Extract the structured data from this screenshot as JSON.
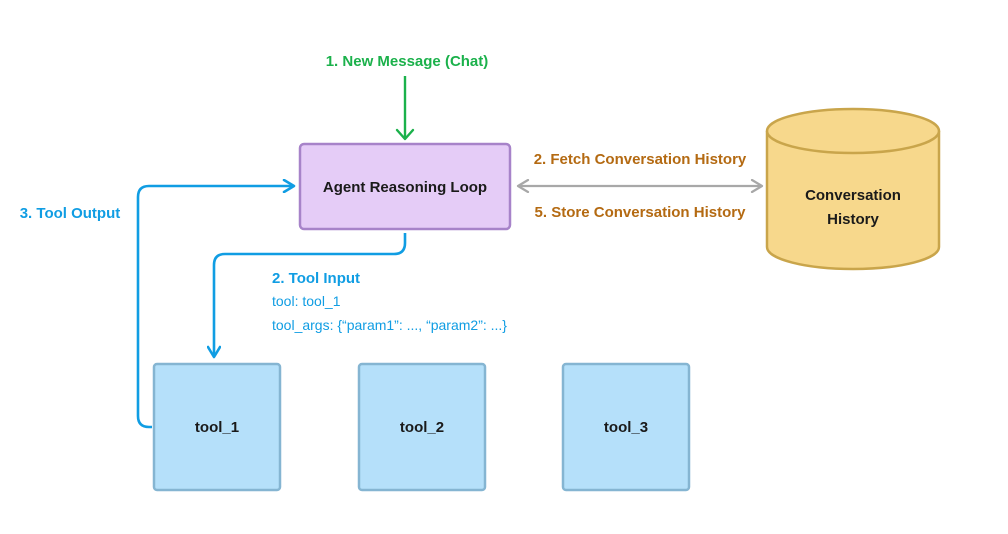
{
  "diagram": {
    "new_message_label": "1. New Message (Chat)",
    "agent_box": "Agent Reasoning Loop",
    "fetch_label": "2. Fetch Conversation History",
    "store_label": "5. Store Conversation History",
    "db_line1": "Conversation",
    "db_line2": "History",
    "tool_output_label": "3. Tool Output",
    "tool_input_label": "2. Tool Input",
    "tool_input_line1": "tool: tool_1",
    "tool_input_line2": "tool_args: {“param1”: ..., “param2”: ...}",
    "tools": [
      "tool_1",
      "tool_2",
      "tool_3"
    ]
  },
  "colors": {
    "green": "#1bb14b",
    "blue": "#109de3",
    "brown": "#b46a12",
    "gray_arrow": "#a8a8a8",
    "agent_fill": "#e5ccf7",
    "agent_stroke": "#a783c9",
    "tool_fill": "#b5e0fa",
    "tool_stroke": "#85b5d2",
    "db_fill": "#f7d88c",
    "db_stroke": "#c9a54b"
  }
}
